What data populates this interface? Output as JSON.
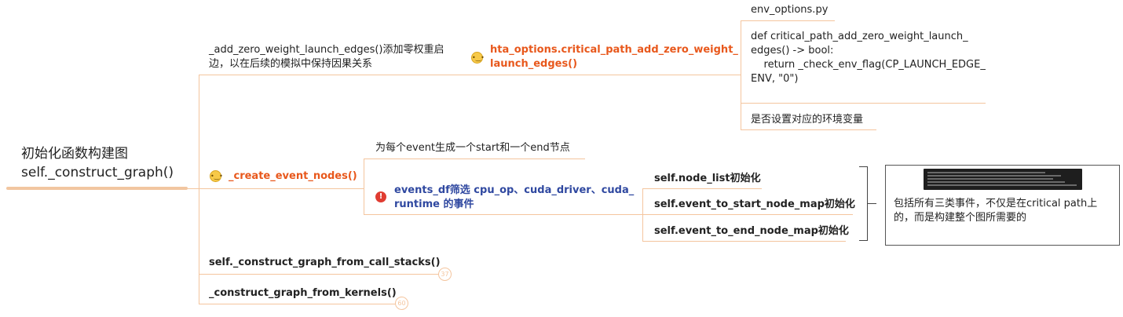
{
  "root": {
    "title_line1": "初始化函数构建图",
    "title_line2": "self._construct_graph()"
  },
  "branch1": {
    "desc_line1": "_add_zero_weight_launch_edges()添加零权重启",
    "desc_line2": "边，以在后续的模拟中保持因果关系",
    "flag_line1": "hta_options.critical_path_add_zero_weight_",
    "flag_line2": "launch_edges()",
    "file": "env_options.py",
    "code_line1": "def critical_path_add_zero_weight_launch_",
    "code_line2": "edges() -> bool:",
    "code_line3": "    return _check_env_flag(CP_LAUNCH_EDGE_",
    "code_line4": "ENV, \"0\")",
    "env_desc": "是否设置对应的环境变量"
  },
  "branch2": {
    "func": "_create_event_nodes()",
    "desc": "为每个event生成一个start和一个end节点",
    "filter_line1": "events_df筛选 cpu_op、cuda_driver、cuda_",
    "filter_line2": "runtime 的事件",
    "alert_icon": "!",
    "init_items": [
      "self.node_list初始化",
      "self.event_to_start_node_map初始化",
      "self.event_to_end_node_map初始化"
    ],
    "note_line1": "包括所有三类事件，不仅是在critical path上",
    "note_line2": "的，而是构建整个图所需要的"
  },
  "branch3": {
    "label": "self._construct_graph_from_call_stacks()",
    "count": "37"
  },
  "branch4": {
    "label": "_construct_graph_from_kernels()",
    "count": "60"
  },
  "colors": {
    "connector": "#f4c59e",
    "root_underline": "#f2c6a0",
    "flag_text": "#e8581c",
    "filter_text": "#2f48a0",
    "alert": "#e03c31"
  },
  "icons": {
    "branch1_emoji": "thinking-face-icon",
    "branch2_emoji": "thinking-face-icon",
    "filter_alert": "exclamation-icon"
  }
}
